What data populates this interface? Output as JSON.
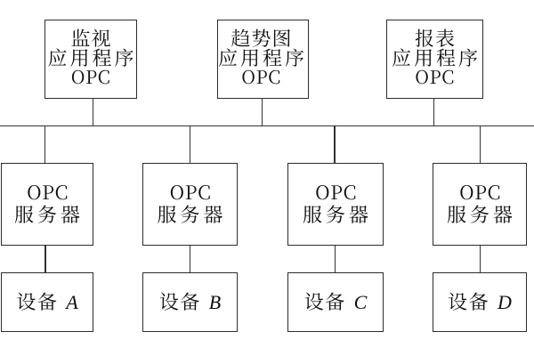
{
  "diagram": {
    "type": "opc-architecture",
    "colors": {
      "line": "#2c2c2c",
      "text": "#101010",
      "background": "#ffffff"
    },
    "top_boxes": [
      {
        "id": "monitor-application",
        "lines": [
          "监视",
          "应用程序",
          "OPC"
        ]
      },
      {
        "id": "trend-application",
        "lines": [
          "趋势图",
          "应用程序",
          "OPC"
        ]
      },
      {
        "id": "report-application",
        "lines": [
          "报表",
          "应用程序",
          "OPC"
        ]
      }
    ],
    "server_boxes": [
      {
        "id": "opc-server-1",
        "lines": [
          "OPC",
          "服务器"
        ]
      },
      {
        "id": "opc-server-2",
        "lines": [
          "OPC",
          "服务器"
        ]
      },
      {
        "id": "opc-server-3",
        "lines": [
          "OPC",
          "服务器"
        ]
      },
      {
        "id": "opc-server-4",
        "lines": [
          "OPC",
          "服务器"
        ]
      }
    ],
    "device_boxes": [
      {
        "id": "device-a",
        "label": "设备",
        "letter": "A"
      },
      {
        "id": "device-b",
        "label": "设备",
        "letter": "B"
      },
      {
        "id": "device-c",
        "label": "设备",
        "letter": "C"
      },
      {
        "id": "device-d",
        "label": "设备",
        "letter": "D"
      }
    ]
  }
}
